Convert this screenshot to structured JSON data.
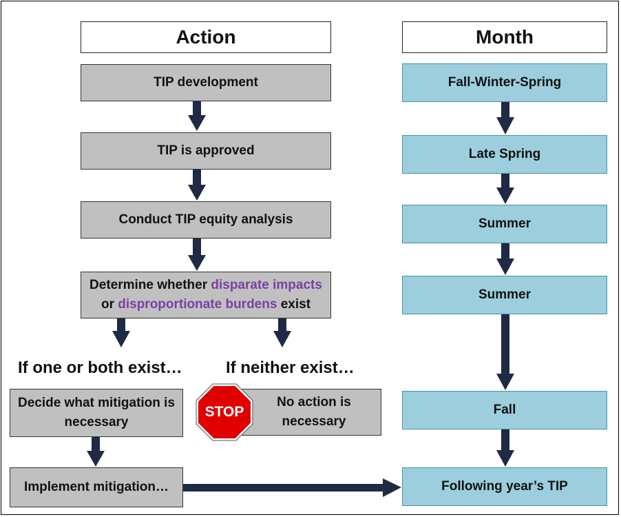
{
  "headers": {
    "action": "Action",
    "month": "Month"
  },
  "action_steps": {
    "tip_development": "TIP development",
    "tip_approved": "TIP is approved",
    "equity_analysis": "Conduct TIP equity analysis",
    "determine": {
      "part1": "Determine whether ",
      "highlight1": "disparate impacts",
      "part2": "or ",
      "highlight2": "disproportionate burdens",
      "part3": " exist"
    },
    "mitigation_line1": "Decide what mitigation is",
    "mitigation_line2": "necessary",
    "no_action_line1": "No action is",
    "no_action_line2": "necessary",
    "implement": "Implement mitigation…"
  },
  "branches": {
    "one_or_both": "If one or both exist…",
    "neither": "If neither exist…"
  },
  "stop_sign": {
    "text": "STOP"
  },
  "months": {
    "m1": "Fall-Winter-Spring",
    "m2": "Late Spring",
    "m3": "Summer",
    "m4": "Summer",
    "m5": "Fall",
    "m6": "Following year’s TIP"
  },
  "colors": {
    "action_box": "#c0c0c0",
    "month_box": "#9ccedd",
    "arrow": "#1f2a44",
    "highlight": "#7b3fa6",
    "stop": "#e00000"
  }
}
